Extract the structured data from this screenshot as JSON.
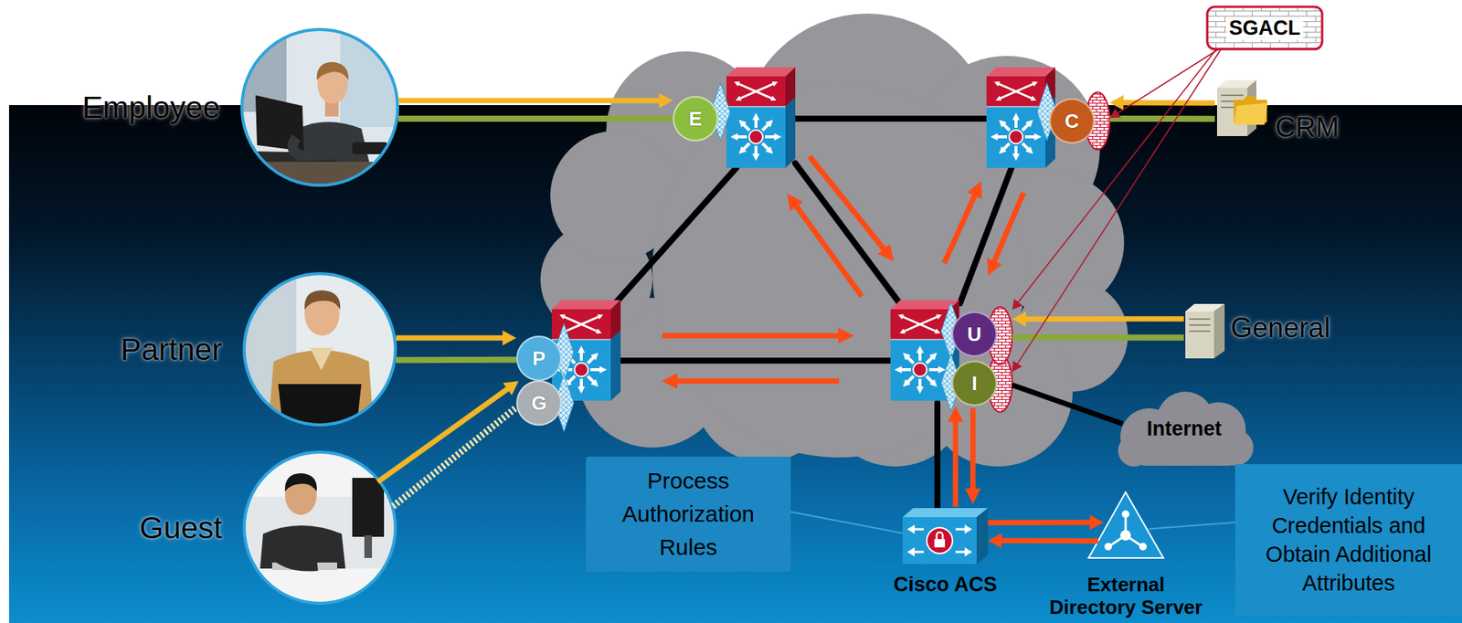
{
  "diagram": {
    "nodes": [
      {
        "text": [
          "SGACL"
        ]
      },
      {
        "text": [
          "Employee"
        ]
      },
      {
        "text": [
          "E"
        ]
      },
      {
        "text": [
          "C"
        ]
      },
      {
        "text": [
          "CRM"
        ]
      },
      {
        "text": [
          "Partner"
        ]
      },
      {
        "text": [
          "P"
        ]
      },
      {
        "text": [
          "G"
        ]
      },
      {
        "text": [
          "U"
        ]
      },
      {
        "text": [
          "General"
        ]
      },
      {
        "text": [
          "I"
        ]
      },
      {
        "text": [
          "Internet"
        ]
      },
      {
        "text": [
          "Guest"
        ]
      },
      {
        "text": [
          "Process Authorization Rules"
        ]
      },
      {
        "text": [
          "Cisco ACS"
        ]
      },
      {
        "text": [
          "External Directory Server"
        ]
      },
      {
        "text": [
          "Verify Identity Credentials and Obtain Additional Attributes"
        ]
      }
    ],
    "edges": [
      {
        "from": 1,
        "to": 2,
        "arrow": "to"
      },
      {
        "from": 1,
        "to": 2,
        "arrow": "none"
      },
      {
        "from": 4,
        "to": 3,
        "arrow": "to"
      },
      {
        "from": 4,
        "to": 3,
        "arrow": "none"
      },
      {
        "from": 5,
        "to": 6,
        "arrow": "to"
      },
      {
        "from": 5,
        "to": 6,
        "arrow": "none"
      },
      {
        "from": 12,
        "to": 6,
        "arrow": "to"
      },
      {
        "from": 12,
        "to": 7,
        "arrow": "none"
      },
      {
        "from": 9,
        "to": 8,
        "arrow": "to"
      },
      {
        "from": 9,
        "to": 8,
        "arrow": "none"
      },
      {
        "from": 10,
        "to": 11,
        "arrow": "none"
      },
      {
        "from": 0,
        "to": 3,
        "arrow": "to"
      },
      {
        "from": 0,
        "to": 8,
        "arrow": "to"
      },
      {
        "from": 0,
        "to": 10,
        "arrow": "to"
      },
      {
        "from": 14,
        "to": 15,
        "arrow": "to"
      },
      {
        "from": 15,
        "to": 14,
        "arrow": "to"
      },
      {
        "from": 13,
        "to": 14,
        "arrow": "none"
      },
      {
        "from": 16,
        "to": 15,
        "arrow": "none"
      }
    ]
  }
}
